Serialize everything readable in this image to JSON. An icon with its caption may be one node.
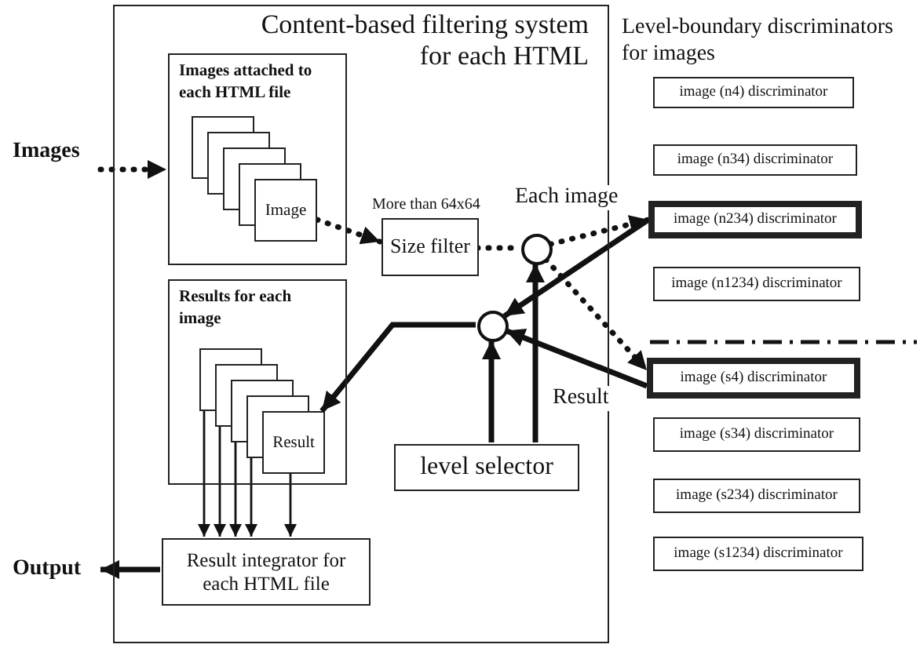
{
  "diagram": {
    "nodes": [
      {
        "text": [
          "Content-based filtering system for each HTML"
        ]
      },
      {
        "text": [
          "Images attached to each HTML file"
        ],
        "in": 0
      },
      {
        "text": [
          "Image"
        ],
        "in": 1
      },
      {
        "text": [
          "Size filter"
        ],
        "beside": [
          "More than 64x64"
        ],
        "in": 0
      },
      {
        "text": [],
        "shape": "circle",
        "in": 0
      },
      {
        "text": [
          "Results for each image"
        ],
        "in": 0
      },
      {
        "text": [
          "Result"
        ],
        "in": 5
      },
      {
        "text": [],
        "shape": "circle",
        "in": 0
      },
      {
        "text": [
          "level selector"
        ],
        "in": 0
      },
      {
        "text": [
          "Result integrator for each HTML file"
        ],
        "in": 0
      },
      {
        "text": [
          "Images"
        ]
      },
      {
        "text": [
          "Output"
        ]
      },
      {
        "text": [
          "image (n4) discriminator"
        ]
      },
      {
        "text": [
          "image (n34) discriminator"
        ]
      },
      {
        "text": [
          "image (n234) discriminator"
        ]
      },
      {
        "text": [
          "image (n1234) discriminator"
        ]
      },
      {
        "text": [
          "image (s4) discriminator"
        ]
      },
      {
        "text": [
          "image (s34) discriminator"
        ]
      },
      {
        "text": [
          "image (s234) discriminator"
        ]
      },
      {
        "text": [
          "image (s1234) discriminator"
        ]
      }
    ],
    "edges": [
      {
        "from": 10,
        "to": 1,
        "arrow": "to",
        "style": "dashed"
      },
      {
        "from": 2,
        "to": 3,
        "arrow": "to",
        "style": "dashed"
      },
      {
        "from": 3,
        "to": 4,
        "arrow": "none",
        "style": "dashed"
      },
      {
        "from": 4,
        "to": 14,
        "arrow": "to",
        "style": "dashed",
        "label": "Each image"
      },
      {
        "from": 4,
        "to": 16,
        "arrow": "to",
        "style": "dashed"
      },
      {
        "from": 14,
        "to": 7,
        "arrow": "to"
      },
      {
        "from": 16,
        "to": 7,
        "arrow": "to",
        "label": "Result"
      },
      {
        "from": 7,
        "to": 6,
        "arrow": "to"
      },
      {
        "from": 8,
        "to": 7,
        "arrow": "to"
      },
      {
        "from": 8,
        "to": 4,
        "arrow": "to"
      },
      {
        "from": 6,
        "to": 9,
        "arrow": "to"
      },
      {
        "from": 6,
        "to": 9,
        "arrow": "to"
      },
      {
        "from": 6,
        "to": 9,
        "arrow": "to"
      },
      {
        "from": 6,
        "to": 9,
        "arrow": "to"
      },
      {
        "from": 6,
        "to": 9,
        "arrow": "to"
      },
      {
        "from": 9,
        "to": 11,
        "arrow": "to"
      }
    ],
    "labels": [
      "Level-boundary discriminators for images"
    ]
  }
}
